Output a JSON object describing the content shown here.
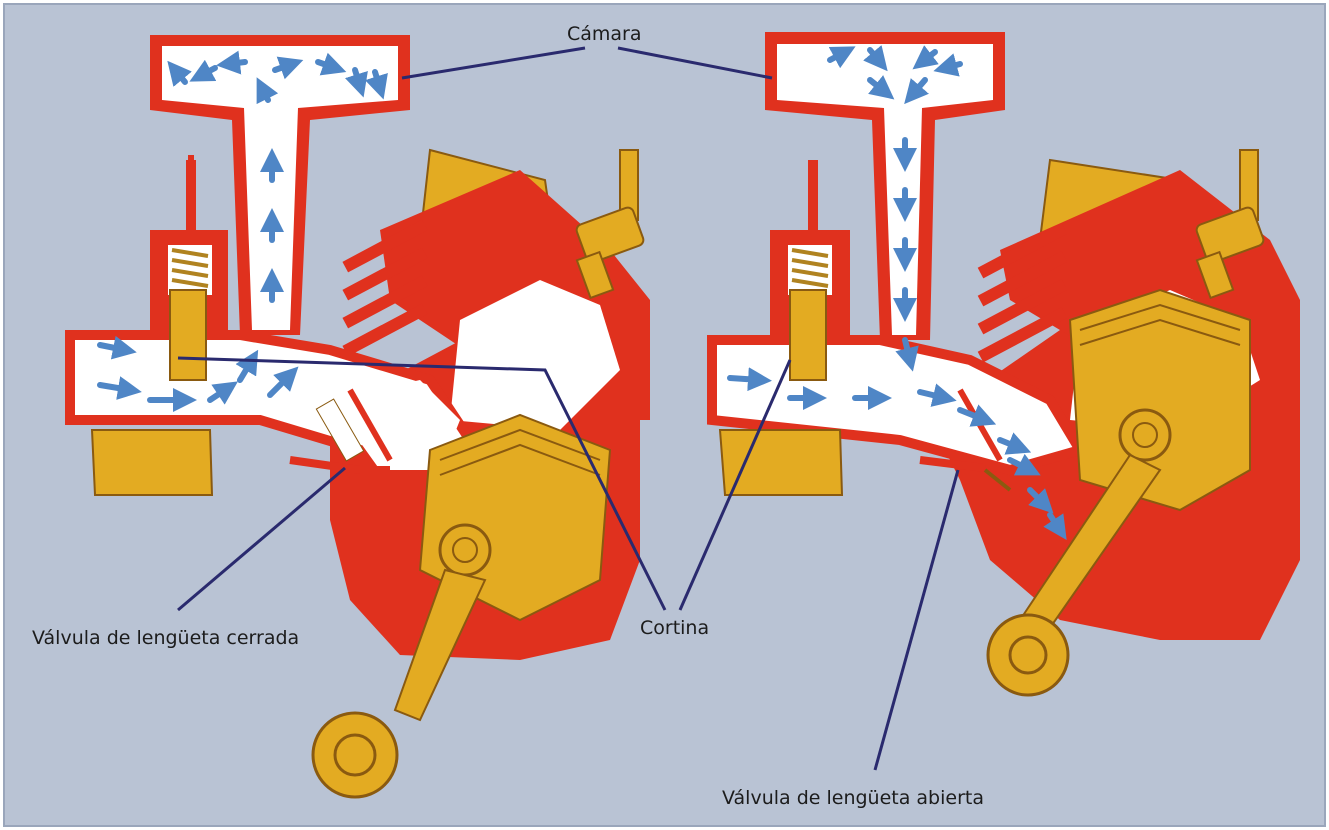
{
  "labels": {
    "chamber": "Cámara",
    "curtain": "Cortina",
    "reed_closed": "Válvula de lengüeta cerrada",
    "reed_open": "Válvula de lengüeta abierta"
  },
  "colors": {
    "background": "#b9c3d4",
    "engine_red": "#e0311e",
    "metal_gold": "#e3ab22",
    "metal_edge": "#8a5a10",
    "flow_arrow": "#4f86c6",
    "leader_line": "#2a2a6e",
    "cavity": "#ffffff"
  },
  "icons": {
    "flow": "flow-arrow-icon",
    "spark_plug": "spark-plug-icon",
    "carburetor": "carburetor-icon",
    "piston": "piston-icon"
  }
}
